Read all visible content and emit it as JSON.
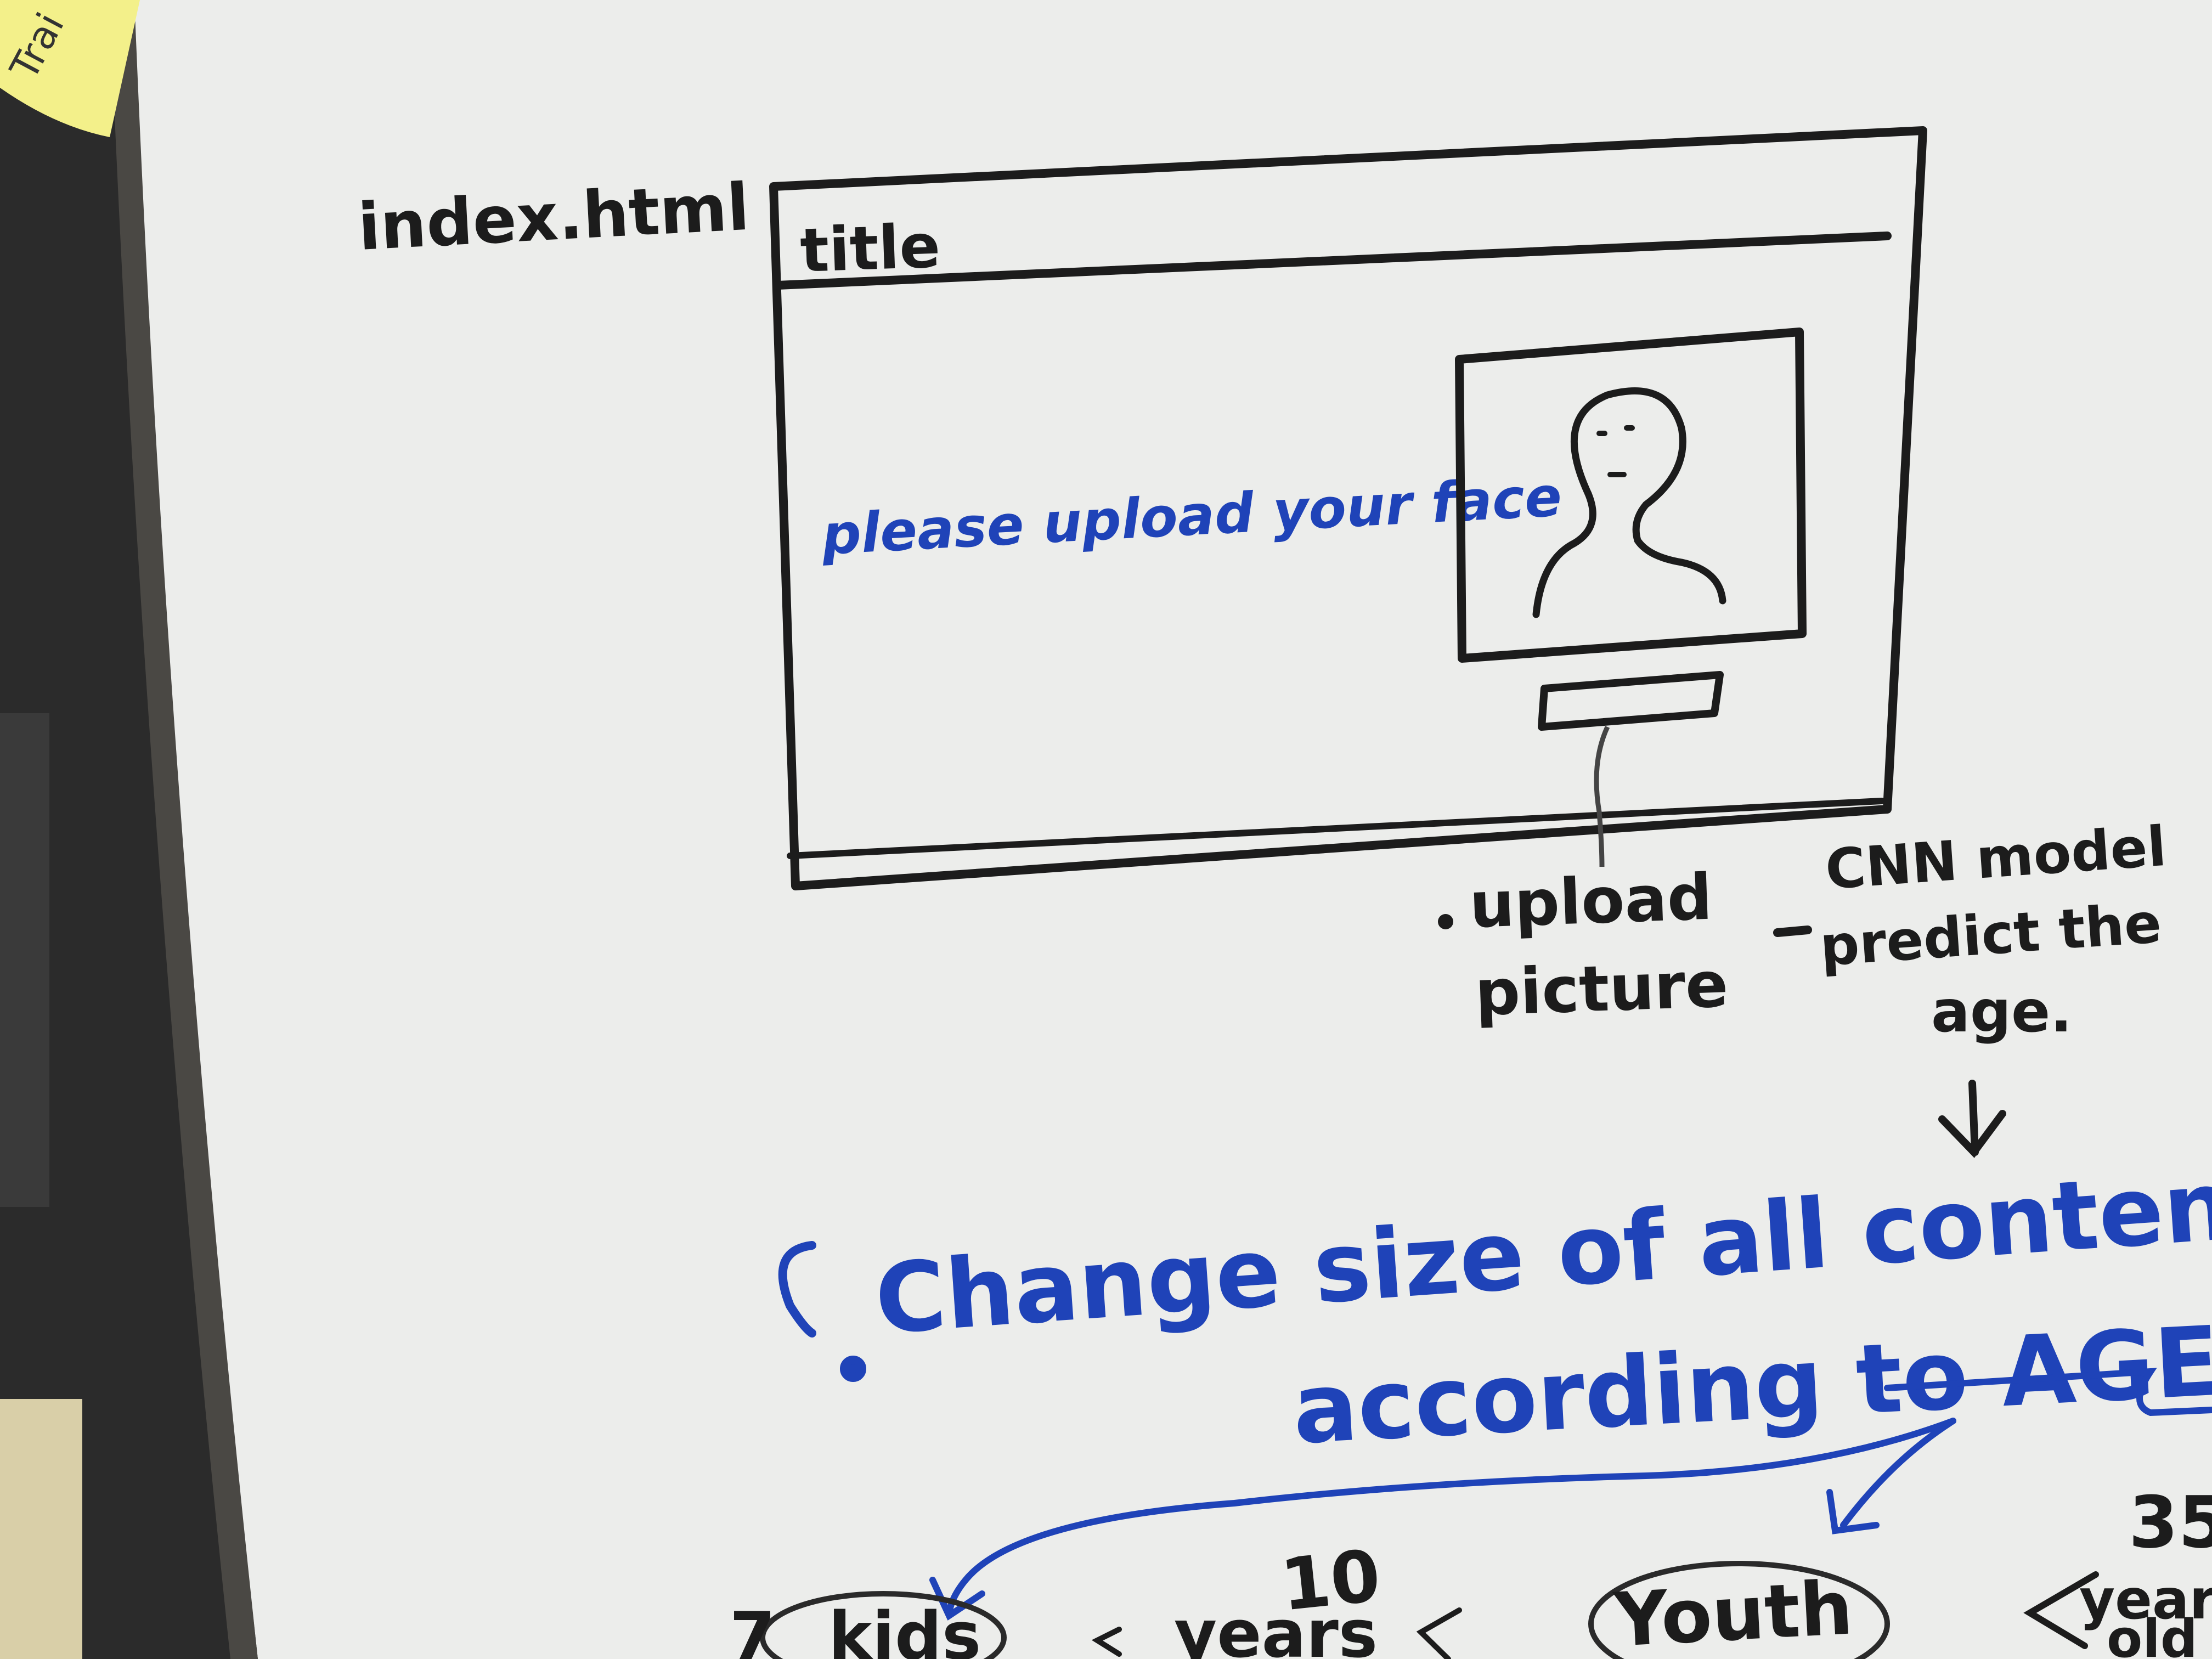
{
  "sticky_note": {
    "text": "Trai",
    "color": "#f3f08a"
  },
  "colors": {
    "board": "#ecedeb",
    "black_marker": "#1c1c1c",
    "blue_marker": "#1f43b8",
    "frame": "#2e2d2b"
  },
  "labels": {
    "file_name": "index.html",
    "title_bar": "title",
    "prompt": "please upload your face",
    "upload_line1": "upload",
    "upload_line2": "picture",
    "cnn_line1": "CNN model",
    "cnn_line2": "predict the",
    "cnn_line3": "age.",
    "change_line1": "Change size of all conten",
    "change_line2": "according to AGE",
    "kids": "kids",
    "kids_prefix": "7",
    "ten": "10",
    "years_frag": "years",
    "youth": "Youth",
    "thirty_five": "35",
    "years_old1": "year",
    "years_old2": "old"
  },
  "icons": [
    "person-silhouette-icon",
    "upload-button-sketch",
    "arrow-down-icon",
    "arrow-to-kids-icon",
    "arrow-to-youth-icon"
  ]
}
